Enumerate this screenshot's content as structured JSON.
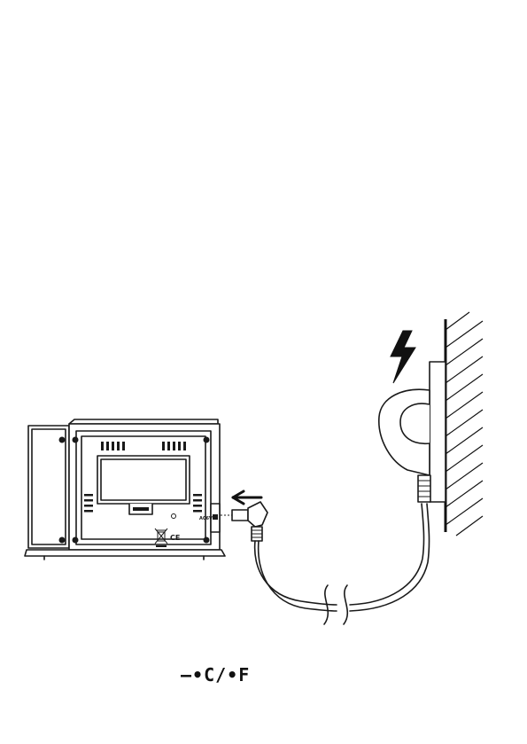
{
  "device": {
    "jack_label": "AC6V",
    "certification_mark": "CE",
    "disposal_icon": "crossed-out-bin-icon"
  },
  "symbols": {
    "power_icon": "lightning-bolt-icon",
    "direction_icon": "left-arrow-icon"
  },
  "unit_toggle": {
    "label": "–•C/•F"
  }
}
